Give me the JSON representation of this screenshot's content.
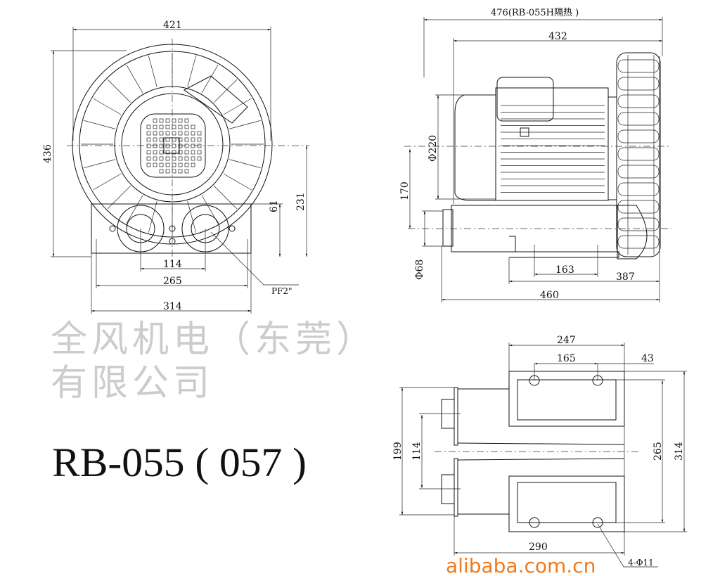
{
  "front_view": {
    "dims": {
      "width": "421",
      "height": "436",
      "center_height": "231",
      "port_offset": "61",
      "port_spacing": "114",
      "hole_spacing": "265",
      "base_width": "314"
    },
    "port_label": "PF2\""
  },
  "side_view": {
    "dims": {
      "overall_h": "476(RB-055H隔热 )",
      "overall": "432",
      "motor_dia": "Φ220",
      "center_height": "170",
      "port_dia": "Φ68",
      "foot_spacing": "163",
      "port_to_end": "387",
      "length": "460"
    }
  },
  "bottom_view": {
    "dims": {
      "base_length": "247",
      "hole_spacing_x": "165",
      "edge_offset": "43",
      "port_span": "199",
      "port_spacing": "114",
      "hole_spacing_y": "265",
      "base_width": "314",
      "total_length": "290"
    },
    "hole_label": "4-Φ11"
  },
  "model_title": "RB-055 ( 057 )",
  "watermark": "全风机电（东莞）有限公司",
  "site_watermark": "alibaba.com.cn"
}
